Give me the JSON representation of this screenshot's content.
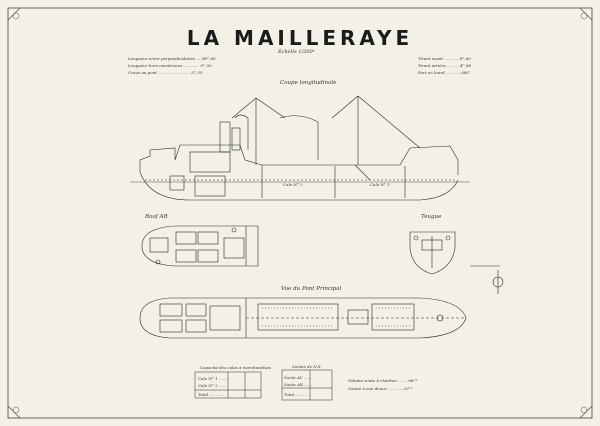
{
  "title": "LA MAILLERAYE",
  "subtitle": "Échelle 1/200ᵉ",
  "left_specs": [
    "Longueur entre perpendiculaires ... 58ᵐ,80",
    "Longueur hors membrures ............ 9ᵐ,50",
    "Creux au pont ......................... 5ᵐ,35"
  ],
  "right_specs": [
    "Tirant avant ........... 4ᵐ,60",
    "Tirant arrière ......... 4ᵐ,80",
    "Port en lourd ........... 685ᵗ"
  ],
  "views": {
    "longitudinal": "Coupe longitudinale",
    "aft": "Roof AR",
    "bow": "Teugue",
    "deck": "Vue du Pont Principal"
  },
  "holds": {
    "hold2": "Cale N° 2",
    "hold1": "Cale N° 1"
  },
  "legend_left": {
    "title": "Capacité des cales à marchandises",
    "rows": [
      "Cale N° 1 .......",
      "Cale N° 2 .......",
      "Total ..........."
    ]
  },
  "legend_mid": {
    "title": "Soutes de N.S.",
    "rows": [
      "Soute AV ......",
      "Soute AR ......",
      "Total ........."
    ]
  },
  "legend_right": {
    "rows": [
      "Volume soute à charbon ....... 96ᵐ³",
      "Caisse à eau douce ........... 20ᵐ³"
    ]
  },
  "colors": {
    "ink": "#2a2a2a",
    "paper": "#f3f0e8"
  }
}
